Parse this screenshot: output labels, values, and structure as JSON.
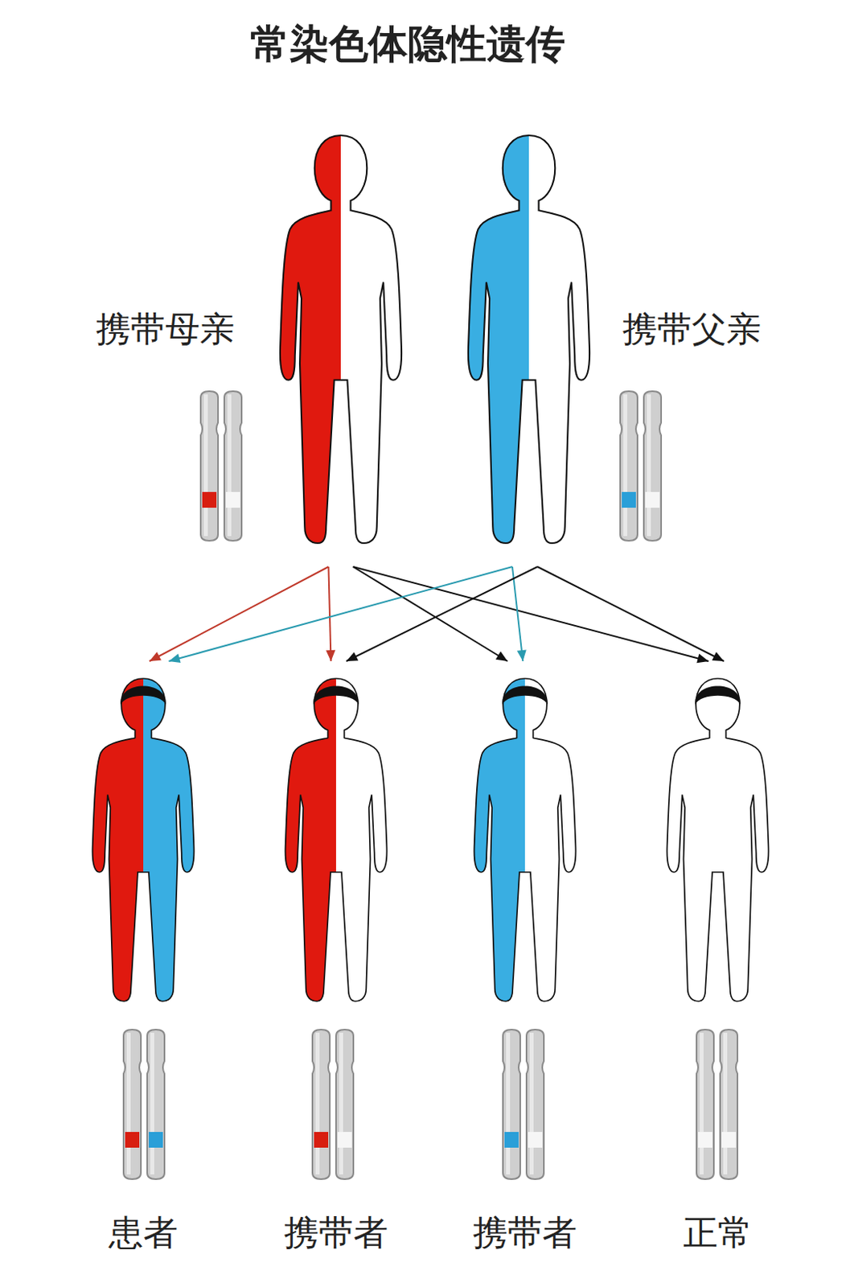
{
  "diagram": {
    "title": "常染色体隐性遗传",
    "nodes": [
      {
        "text": [
          "携带母亲"
        ]
      },
      {
        "text": [
          "携带父亲"
        ]
      },
      {
        "text": [
          "患者"
        ]
      },
      {
        "text": [
          "携带者"
        ]
      },
      {
        "text": [
          "携带者"
        ]
      },
      {
        "text": [
          "正常"
        ]
      }
    ],
    "edges": [
      {
        "from": 0,
        "to": 2,
        "arrow": "to"
      },
      {
        "from": 0,
        "to": 3,
        "arrow": "to"
      },
      {
        "from": 0,
        "to": 4,
        "arrow": "to"
      },
      {
        "from": 0,
        "to": 5,
        "arrow": "to"
      },
      {
        "from": 1,
        "to": 2,
        "arrow": "to"
      },
      {
        "from": 1,
        "to": 4,
        "arrow": "to"
      },
      {
        "from": 1,
        "to": 3,
        "arrow": "to"
      },
      {
        "from": 1,
        "to": 5,
        "arrow": "to"
      }
    ]
  }
}
